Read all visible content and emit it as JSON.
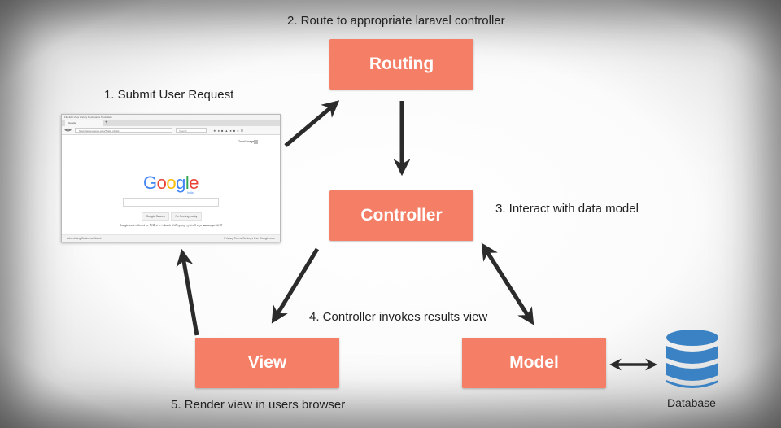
{
  "boxes": {
    "routing": "Routing",
    "controller": "Controller",
    "view": "View",
    "model": "Model"
  },
  "steps": {
    "step1": "1. Submit User Request",
    "step2": "2. Route to appropriate laravel controller",
    "step3": "3. Interact with data model",
    "step4": "4. Controller invokes results view",
    "step5": "5. Render view in users browser"
  },
  "database": {
    "label": "Database"
  },
  "colors": {
    "box_fill": "#f47f66",
    "box_text": "#ffffff",
    "arrow": "#2b2b2b",
    "database_fill": "#3a82c4"
  },
  "browser": {
    "menu": "File  Edit  View  History  Bookmarks  Tools  Help",
    "tab_title": "Google",
    "tab_plus": "+",
    "url": "https://www.google.com/?gws_rd=ssl",
    "search_placeholder": "Search",
    "top_links": "Gmail   Images",
    "logo": {
      "letters": [
        "G",
        "o",
        "o",
        "g",
        "l",
        "e"
      ],
      "colors": [
        "#4285f4",
        "#ea4335",
        "#fbbc05",
        "#4285f4",
        "#34a853",
        "#ea4335"
      ]
    },
    "logo_sub": "India",
    "button_search": "Google Search",
    "button_lucky": "I'm Feeling Lucky",
    "languages": "Google.co.in offered in: हिन्दी বাংলা తెలుగు मराठी தமிழ் ગુજરાતી ಕನ್ನಡ മലയാളം ਪੰਜਾਬੀ",
    "footer_left": "Advertising    Business    About",
    "footer_right": "Privacy    Terms    Settings    Use Google.com"
  }
}
